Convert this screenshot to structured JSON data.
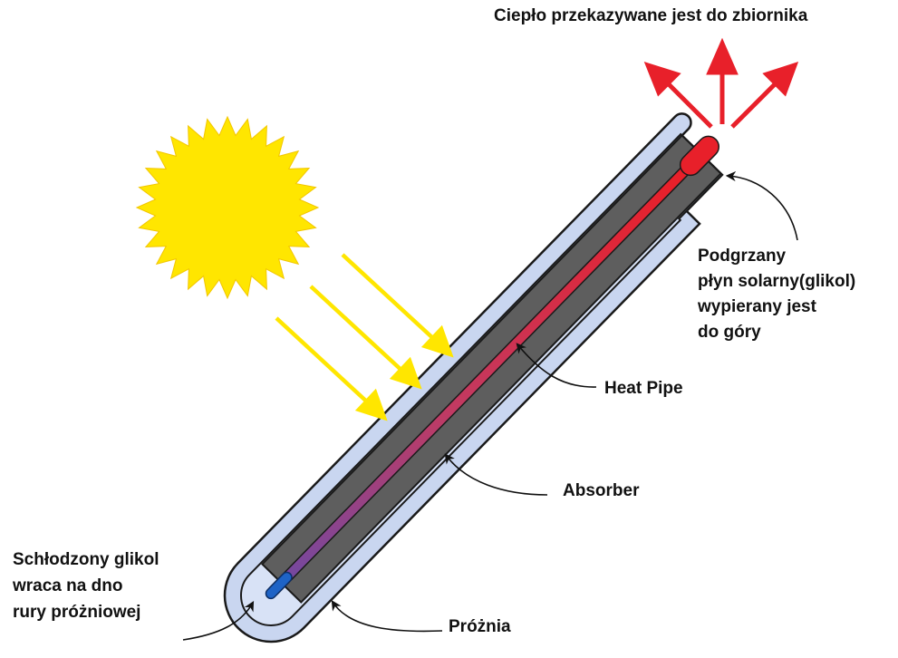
{
  "labels": {
    "heat_to_tank": "Ciepło przekazywane jest do zbiornika",
    "heated_fluid": [
      "Podgrzany",
      "płyn solarny(glikol)",
      "wypierany jest",
      "do góry"
    ],
    "heat_pipe": "Heat Pipe",
    "absorber": "Absorber",
    "cooled_glycol": [
      "Schłodzony glikol",
      "wraca na dno",
      "rury próżniowej"
    ],
    "vacuum": "Próżnia"
  },
  "colors": {
    "sun": "#ffe600",
    "sun_rays": "#ffe600",
    "heat_arrows": "#e8202a",
    "glass_tube": "#c9d6f0",
    "absorber": "#5e5e5e",
    "pipe_hot": "#e8202a",
    "pipe_cold": "#1e63c6",
    "label_text": "#111111"
  }
}
